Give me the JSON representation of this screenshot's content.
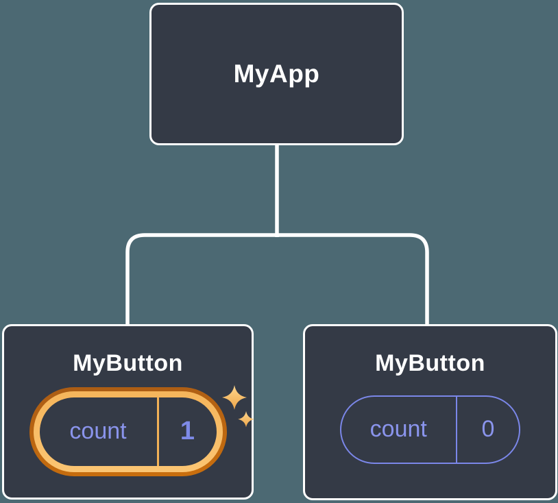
{
  "colors": {
    "bg": "#4C6973",
    "box": "#343A46",
    "line": "#FFFFFF",
    "title": "#FFFFFF",
    "purple-text": "#8A94EC",
    "purple-value": "#7E8AE8",
    "purple-border": "#7B87E9",
    "orange-outer-a": "#AA5C15",
    "orange-outer-b": "#CA6F0D",
    "orange-inner-a": "#F5B55B",
    "orange-inner-b": "#FBC573",
    "orange-divider": "#F3B156",
    "sparkle-a": "#FDD68F",
    "sparkle-b": "#EFA648"
  },
  "icons": {
    "sparkle": "sparkle-stars"
  },
  "tree": {
    "root": {
      "label": "MyApp"
    },
    "children": [
      {
        "label": "MyButton",
        "state": {
          "key": "count",
          "value": "1"
        },
        "highlighted": true
      },
      {
        "label": "MyButton",
        "state": {
          "key": "count",
          "value": "0"
        },
        "highlighted": false
      }
    ]
  }
}
